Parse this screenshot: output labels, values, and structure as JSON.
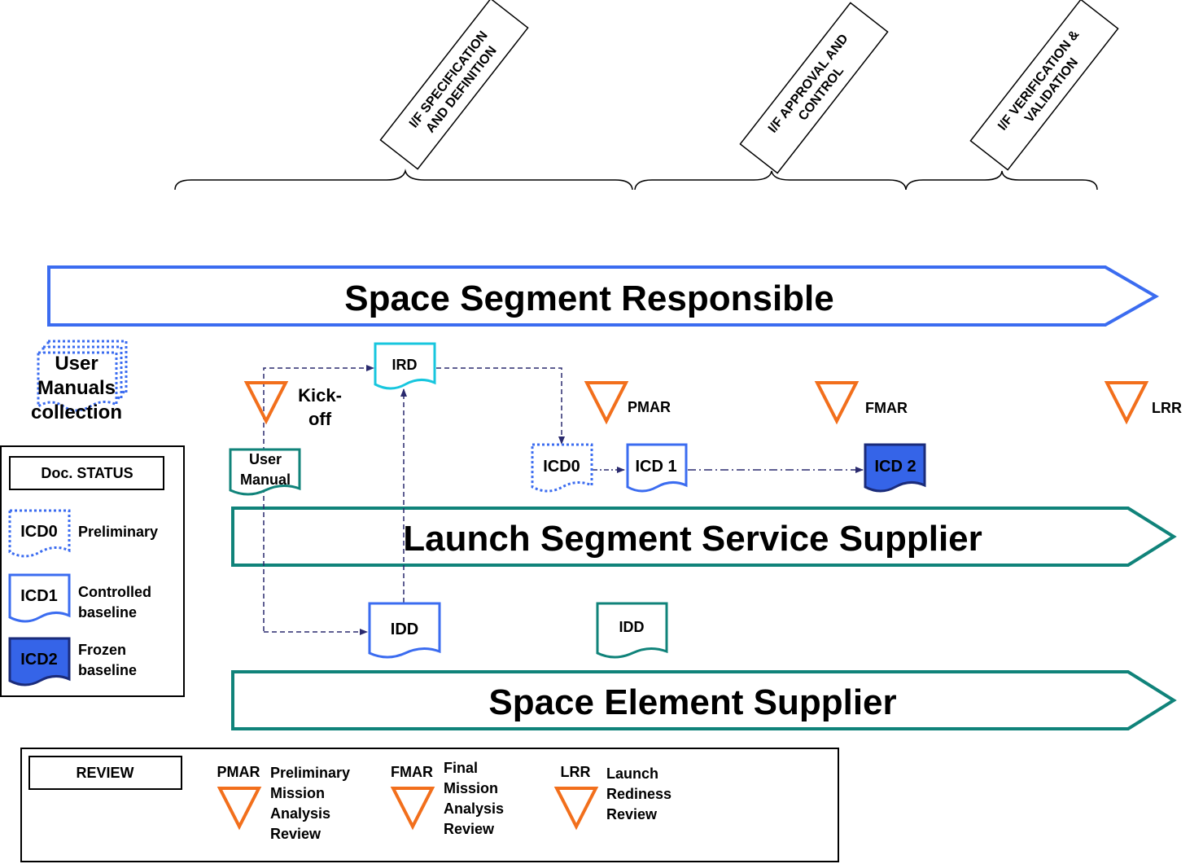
{
  "colors": {
    "space_blue": "#3b6cf0",
    "teal": "#10837a",
    "cyan": "#17c6de",
    "dark_blue": "#1a2b7a",
    "frozen_fill": "#3564e8",
    "orange": "#f26f1c",
    "arrow": "#2a2a6e"
  },
  "phases": {
    "spec": [
      "I/F SPECIFICATION",
      "AND DEFINITION"
    ],
    "approval": [
      "I/F APPROVAL AND",
      "CONTROL"
    ],
    "verification": [
      "I/F VERIFICATION &",
      "VALIDATION"
    ]
  },
  "bands": {
    "space_segment": "Space Segment Responsible",
    "launch_segment": "Launch Segment Service Supplier",
    "space_element": "Space Element Supplier"
  },
  "user_manuals_collection": [
    "User",
    "Manuals",
    "collection"
  ],
  "kickoff": [
    "Kick-",
    "off"
  ],
  "milestones": {
    "pmar": "PMAR",
    "fmar": "FMAR",
    "lrr": "LRR"
  },
  "documents": {
    "ird": "IRD",
    "user_manual": [
      "User",
      "Manual"
    ],
    "icd0": "ICD0",
    "icd1": "ICD 1",
    "icd2": "ICD 2",
    "idd_supplier": "IDD",
    "idd_launch": "IDD"
  },
  "legend_status": {
    "title": "Doc. STATUS",
    "items": [
      {
        "icon": "ICD0",
        "label": [
          "Preliminary"
        ]
      },
      {
        "icon": "ICD1",
        "label": [
          "Controlled",
          "baseline"
        ]
      },
      {
        "icon": "ICD2",
        "label": [
          "Frozen",
          "baseline"
        ]
      }
    ]
  },
  "legend_review": {
    "title": "REVIEW",
    "items": [
      {
        "abbr": "PMAR",
        "label": [
          "Preliminary",
          "Mission",
          "Analysis",
          "Review"
        ]
      },
      {
        "abbr": "FMAR",
        "label": [
          "Final",
          "Mission",
          "Analysis",
          "Review"
        ]
      },
      {
        "abbr": "LRR",
        "label": [
          "Launch",
          "Rediness",
          "Review"
        ]
      }
    ]
  }
}
